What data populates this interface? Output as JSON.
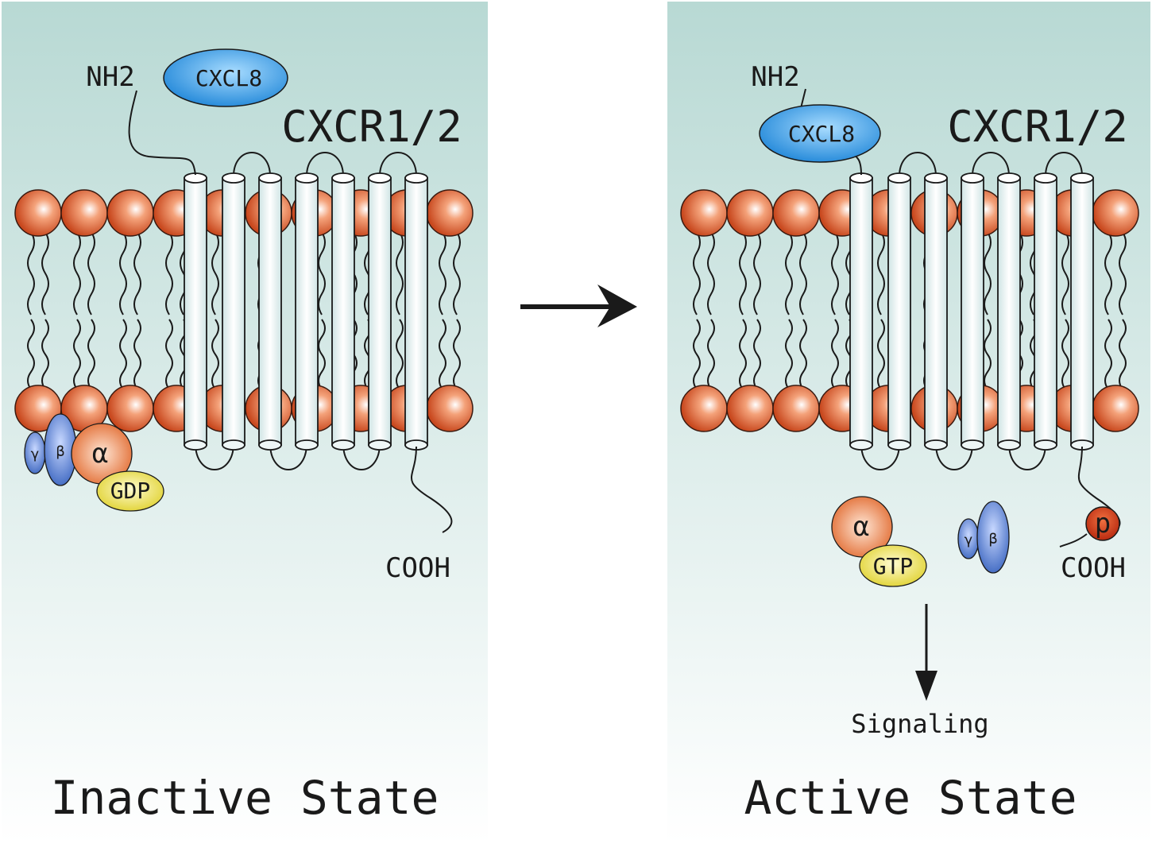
{
  "colors": {
    "panel_top": "#b8d9d4",
    "panel_bottom": "#ffffff",
    "lipid_dark": "#c8481e",
    "lipid_light": "#ffffff",
    "helix_fill": "#eef6f6",
    "ligand_blue": "#1f86d8",
    "gamma_beta_blue": "#4a78c8",
    "alpha_orange": "#e87a3c",
    "nucleotide_yellow": "#e8e04a",
    "phospho_red": "#c8381a",
    "arrow": "#1a1a1a"
  },
  "panels": [
    {
      "id": "inactive",
      "state_label": "Inactive State",
      "receptor_label": "CXCR1/2",
      "n_terminus": "NH2",
      "c_terminus": "COOH",
      "ligand": "CXCL8",
      "ligand_bound": false,
      "g_protein": {
        "alpha": "α",
        "beta": "β",
        "gamma": "γ",
        "nucleotide": "GDP",
        "dissociated": false
      },
      "phosphorylated": false
    },
    {
      "id": "active",
      "state_label": "Active State",
      "receptor_label": "CXCR1/2",
      "n_terminus": "NH2",
      "c_terminus": "COOH",
      "ligand": "CXCL8",
      "ligand_bound": true,
      "g_protein": {
        "alpha": "α",
        "beta": "β",
        "gamma": "γ",
        "nucleotide": "GTP",
        "dissociated": true
      },
      "phosphorylated": true,
      "phospho_label": "p",
      "downstream": "Signaling"
    }
  ],
  "transition_arrow": "right-arrow"
}
